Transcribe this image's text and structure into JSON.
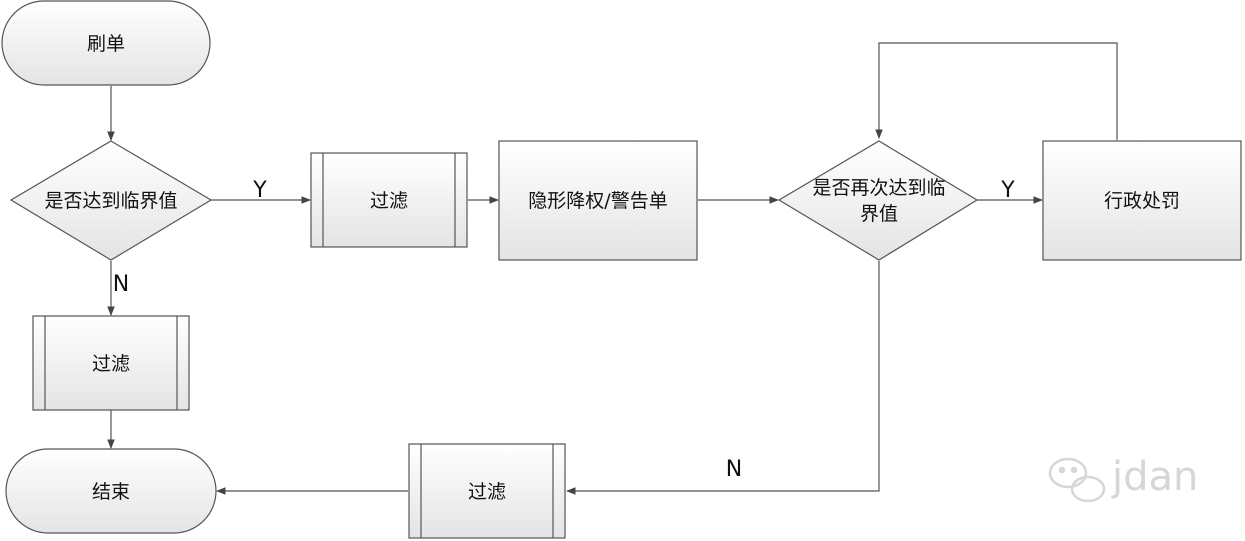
{
  "nodes": {
    "start": "刷单",
    "decision1": "是否达到临界值",
    "filter_mid": "过滤",
    "hidden_demotion": "隐形降权/警告单",
    "decision2_line1": "是否再次达到临",
    "decision2_line2": "界值",
    "penalty": "行政处罚",
    "filter_left": "过滤",
    "end": "结束",
    "filter_bottom": "过滤"
  },
  "edge_labels": {
    "d1_yes": "Y",
    "d1_no": "N",
    "d2_yes": "Y",
    "d2_no": "N"
  },
  "watermark": "jdan",
  "colors": {
    "stroke": "#555555",
    "fill_top": "#ffffff",
    "fill_bottom": "#e6e6e6"
  }
}
